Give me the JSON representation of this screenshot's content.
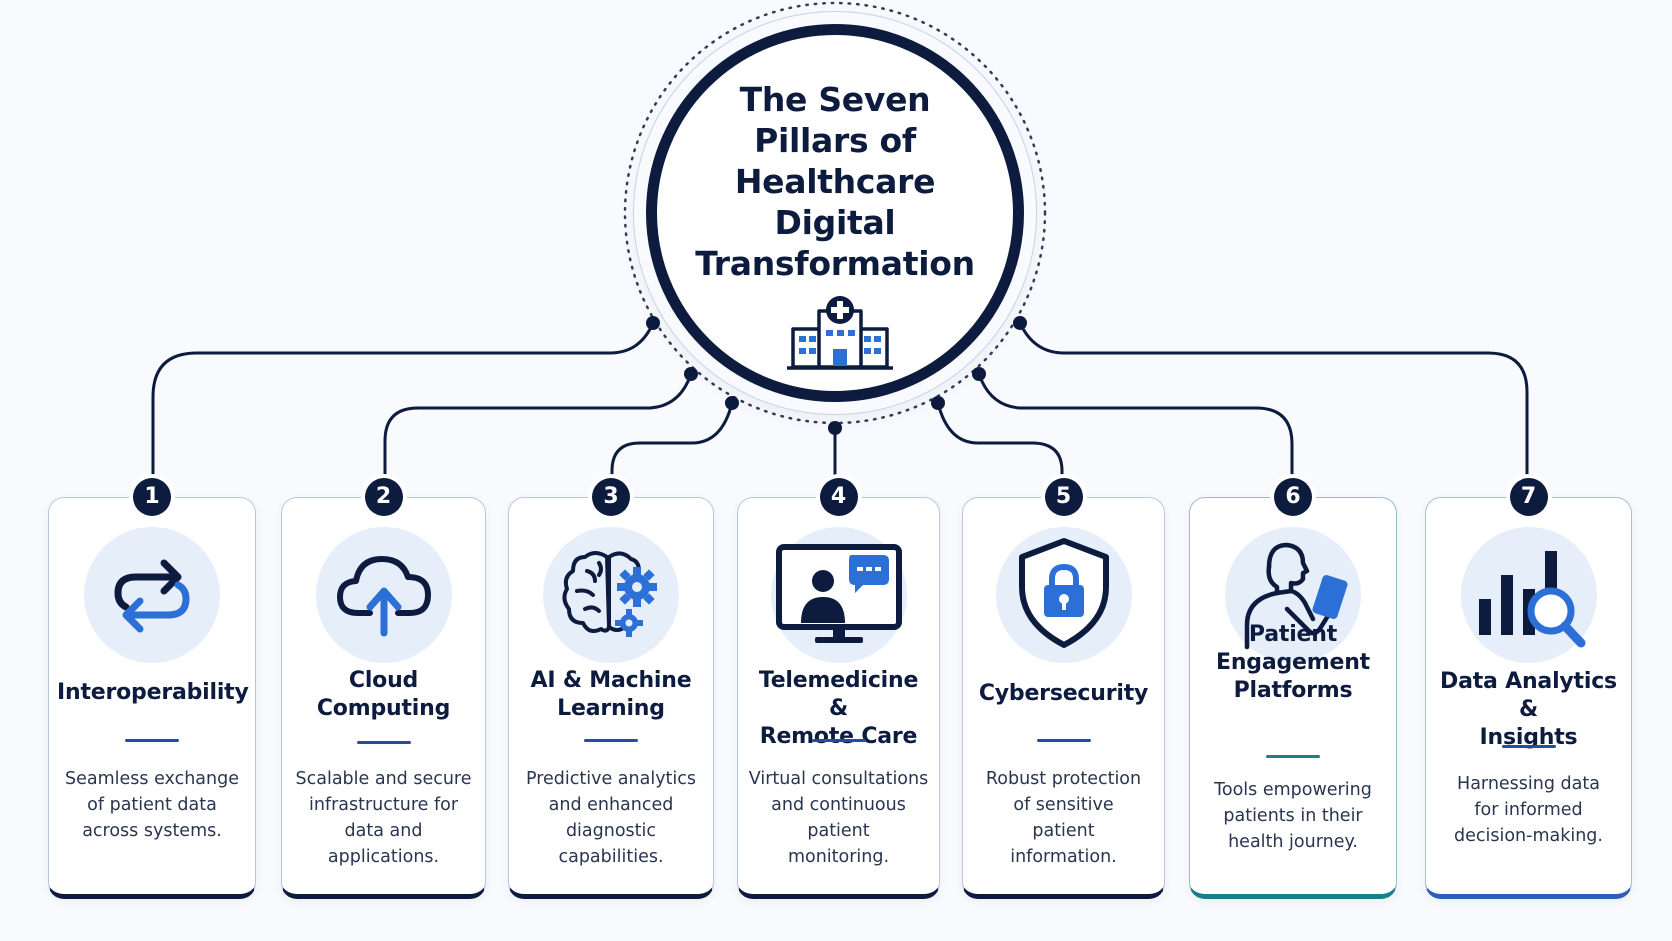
{
  "diagram": {
    "title": "The Seven\nPillars of\nHealthcare\nDigital\nTransformation",
    "hub_icon": "hospital-building-icon",
    "colors": {
      "navy": "#0d1b3e",
      "blue_accent": "#2c6fd6",
      "disc_fill": "#e6eefa",
      "teal_accent": "#1b7e8c"
    },
    "pillars": [
      {
        "number": "1",
        "title": "Interoperability",
        "description": "Seamless exchange\nof patient data\nacross systems.",
        "icon": "exchange-arrows-icon"
      },
      {
        "number": "2",
        "title": "Cloud\nComputing",
        "description": "Scalable and secure\ninfrastructure for\ndata and\napplications.",
        "icon": "cloud-upload-icon"
      },
      {
        "number": "3",
        "title": "AI & Machine\nLearning",
        "description": "Predictive analytics\nand enhanced\ndiagnostic\ncapabilities.",
        "icon": "brain-gears-icon"
      },
      {
        "number": "4",
        "title": "Telemedicine &\nRemote Care",
        "description": "Virtual consultations\nand continuous\npatient\nmonitoring.",
        "icon": "video-consultation-icon"
      },
      {
        "number": "5",
        "title": "Cybersecurity",
        "description": "Robust protection\nof sensitive\npatient\ninformation.",
        "icon": "shield-lock-icon"
      },
      {
        "number": "6",
        "title": "Patient\nEngagement\nPlatforms",
        "description": "Tools empowering\npatients in their\nhealth journey.",
        "icon": "person-tablet-icon"
      },
      {
        "number": "7",
        "title": "Data Analytics &\nInsights",
        "description": "Harnessing data\nfor informed\ndecision-making.",
        "icon": "bar-chart-magnifier-icon"
      }
    ]
  }
}
